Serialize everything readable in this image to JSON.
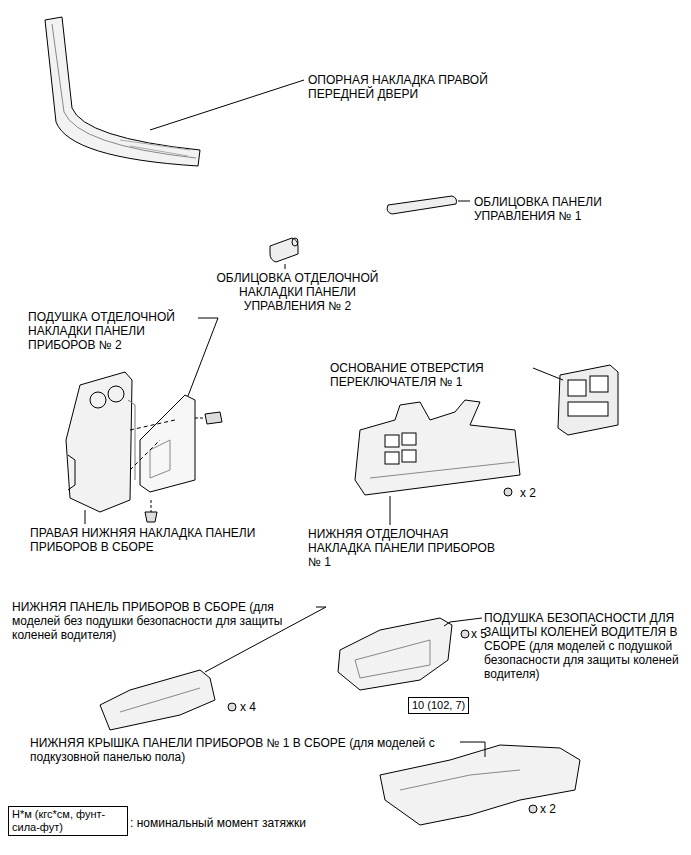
{
  "diagram": {
    "nodes": [
      {
        "text": [
          "10 (102, 7)"
        ]
      },
      {
        "text": [
          "Н*м (кгс*см, фунт-сила-фут)"
        ]
      }
    ],
    "labels": [
      "ОПОРНАЯ НАКЛАДКА ПРАВОЙ ПЕРЕДНЕЙ ДВЕРИ",
      "ОБЛИЦОВКА ПАНЕЛИ УПРАВЛЕНИЯ № 1",
      "ОБЛИЦОВКА ОТДЕЛОЧНОЙ НАКЛАДКИ ПАНЕЛИ УПРАВЛЕНИЯ № 2",
      "ПОДУШКА ОТДЕЛОЧНОЙ НАКЛАДКИ ПАНЕЛИ ПРИБОРОВ № 2",
      "ОСНОВАНИЕ ОТВЕРСТИЯ ПЕРЕКЛЮЧАТЕЛЯ № 1",
      "x 2",
      "ПРАВАЯ НИЖНЯЯ НАКЛАДКА ПАНЕЛИ ПРИБОРОВ В СБОРЕ",
      "НИЖНЯЯ ОТДЕЛОЧНАЯ НАКЛАДКА ПАНЕЛИ ПРИБОРОВ № 1",
      "НИЖНЯЯ ПАНЕЛЬ ПРИБОРОВ В СБОРЕ (для моделей без подушки безопасности для защиты коленей водителя)",
      "ПОДУШКА БЕЗОПАСНОСТИ ДЛЯ ЗАЩИТЫ КОЛЕНЕЙ ВОДИТЕЛЯ В СБОРЕ (для моделей с подушкой безопасности для защиты коленей водителя)",
      "x 5",
      "x 4",
      "НИЖНЯЯ КРЫШКА ПАНЕЛИ ПРИБОРОВ № 1 В СБОРЕ (для моделей с подкузовной панелью пола)",
      "x 2",
      ": номинальный момент затяжки"
    ]
  }
}
